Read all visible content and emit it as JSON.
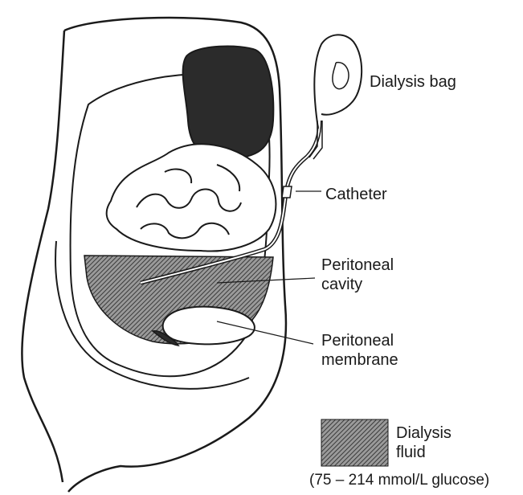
{
  "labels": {
    "dialysis_bag": "Dialysis bag",
    "catheter": "Catheter",
    "peritoneal_cavity": {
      "line1": "Peritoneal",
      "line2": "cavity"
    },
    "peritoneal_membrane": {
      "line1": "Peritoneal",
      "line2": "membrane"
    }
  },
  "legend": {
    "item": {
      "line1": "Dialysis",
      "line2": "fluid"
    },
    "note": "(75 – 214 mmol/L glucose)"
  },
  "colors": {
    "outline": "#1a1a1a",
    "organ_dark": "#2b2b2b",
    "fluid_hatch": "#5a5a5a",
    "background": "#ffffff"
  }
}
